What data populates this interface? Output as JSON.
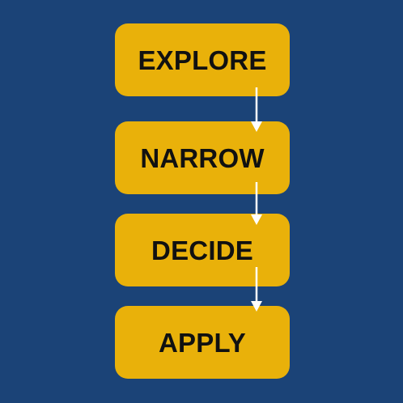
{
  "diagram": {
    "background_color": "#1b4377",
    "box_color": "#e9b10a",
    "text_color": "#111111",
    "arrow_color": "#ffffff",
    "steps": [
      {
        "label": "EXPLORE"
      },
      {
        "label": "NARROW"
      },
      {
        "label": "DECIDE"
      },
      {
        "label": "APPLY"
      }
    ]
  }
}
